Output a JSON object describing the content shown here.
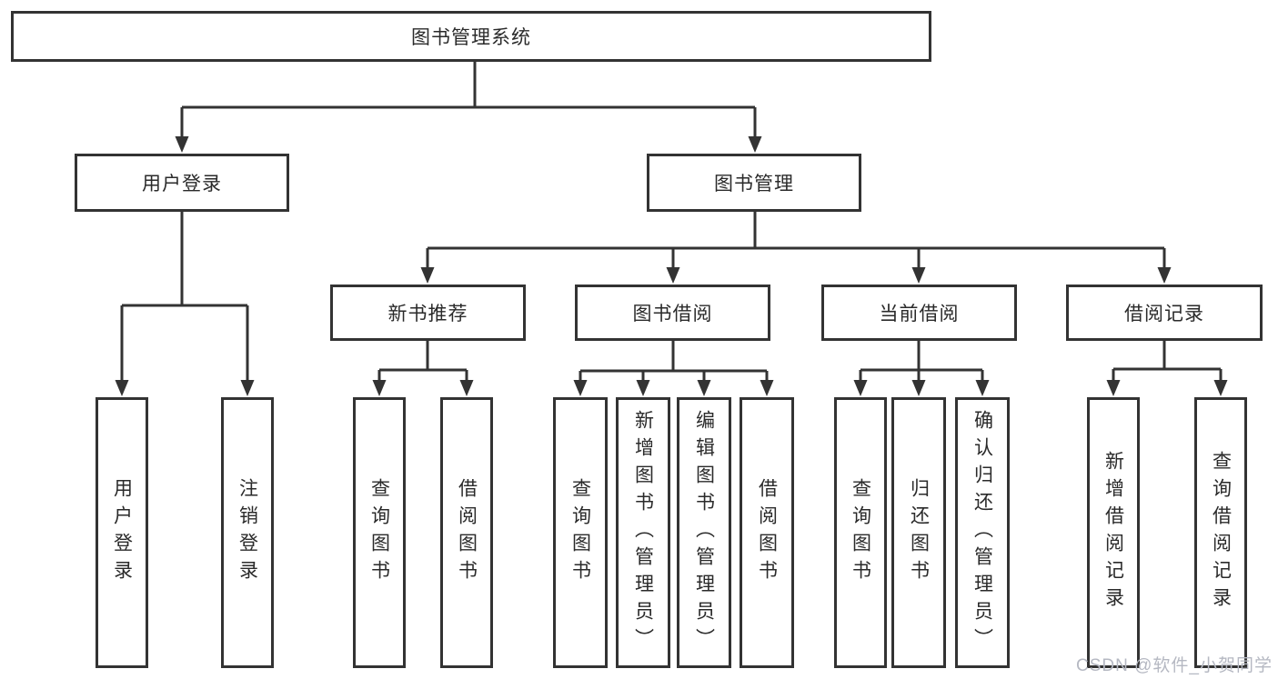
{
  "tree": {
    "label": "图书管理系统",
    "children": [
      {
        "label": "用户登录",
        "children": [
          {
            "label": "用户登录"
          },
          {
            "label": "注销登录"
          }
        ]
      },
      {
        "label": "图书管理",
        "children": [
          {
            "label": "新书推荐",
            "children": [
              {
                "label": "查询图书"
              },
              {
                "label": "借阅图书"
              }
            ]
          },
          {
            "label": "图书借阅",
            "children": [
              {
                "label": "查询图书"
              },
              {
                "label": "新增图书（管理员）"
              },
              {
                "label": "编辑图书（管理员）"
              },
              {
                "label": "借阅图书"
              }
            ]
          },
          {
            "label": "当前借阅",
            "children": [
              {
                "label": "查询图书"
              },
              {
                "label": "归还图书"
              },
              {
                "label": "确认归还（管理员）"
              }
            ]
          },
          {
            "label": "借阅记录",
            "children": [
              {
                "label": "新增借阅记录"
              },
              {
                "label": "查询借阅记录"
              }
            ]
          }
        ]
      }
    ]
  },
  "watermark": {
    "text": "CSDN @软件_小贺同学"
  },
  "colors": {
    "line": "#333333",
    "text": "#2a2a2a",
    "background": "#ffffff",
    "watermark": "#b5b8c2"
  }
}
